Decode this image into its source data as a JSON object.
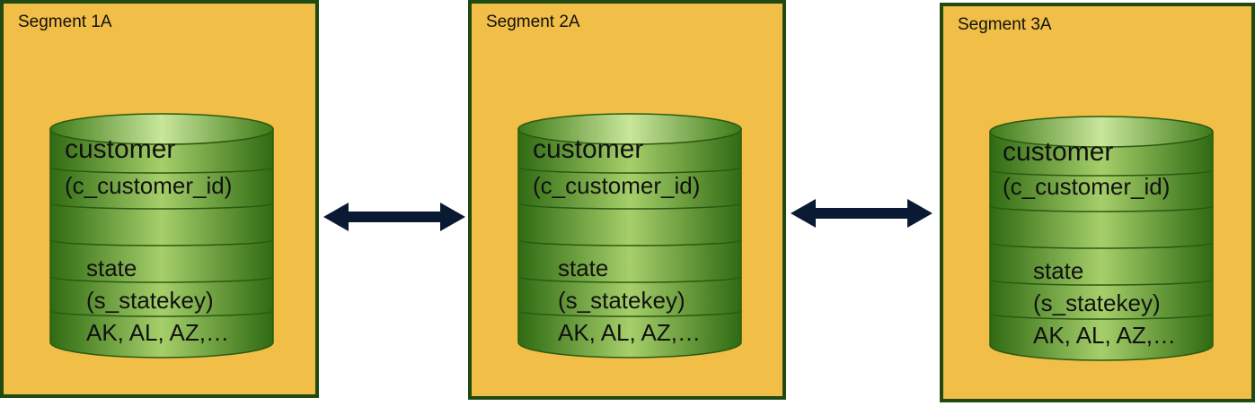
{
  "segments": [
    {
      "title": "Segment 1A",
      "table1_name": "customer",
      "table1_key": "(c_customer_id)",
      "table2_name": "state",
      "table2_key": "(s_statekey)",
      "table2_values": "AK, AL, AZ,…"
    },
    {
      "title": "Segment 2A",
      "table1_name": "customer",
      "table1_key": "(c_customer_id)",
      "table2_name": "state",
      "table2_key": "(s_statekey)",
      "table2_values": "AK, AL, AZ,…"
    },
    {
      "title": "Segment 3A",
      "table1_name": "customer",
      "table1_key": "(c_customer_id)",
      "table2_name": "state",
      "table2_key": "(s_statekey)",
      "table2_values": "AK, AL, AZ,…"
    }
  ],
  "colors": {
    "segment_fill": "#f1be47",
    "segment_border": "#1f4a12",
    "cylinder_green": "#4f8a1f",
    "arrow": "#0b1a33"
  }
}
